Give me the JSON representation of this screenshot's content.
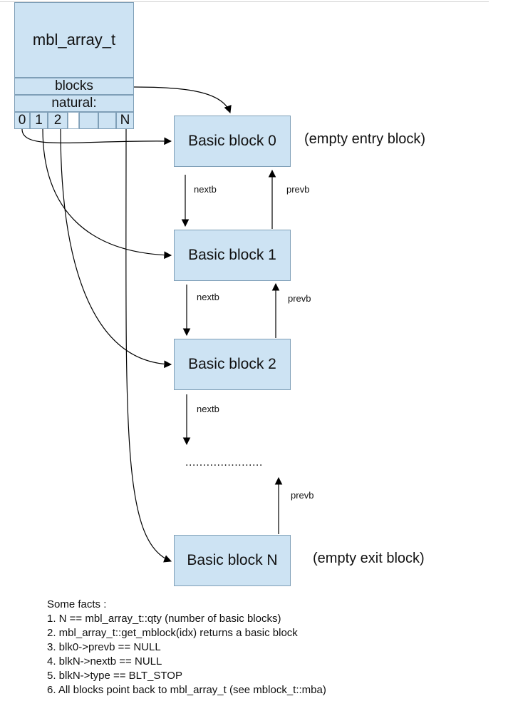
{
  "array": {
    "title": "mbl_array_t",
    "blocks_label": "blocks",
    "natural_label": "natural:",
    "cells": [
      "0",
      "1",
      "2",
      "",
      "",
      "N"
    ]
  },
  "blocks": [
    {
      "label": "Basic block 0",
      "annotation": "(empty entry block)"
    },
    {
      "label": "Basic block 1",
      "annotation": ""
    },
    {
      "label": "Basic block 2",
      "annotation": ""
    },
    {
      "label": "Basic block N",
      "annotation": "(empty exit block)"
    }
  ],
  "links": {
    "next": "nextb",
    "prev": "prevb"
  },
  "ellipsis": "......................",
  "facts": {
    "heading": "Some facts :",
    "items": [
      "1. N == mbl_array_t::qty (number of basic blocks)",
      "2. mbl_array_t::get_mblock(idx) returns a basic block",
      "3. blk0->prevb == NULL",
      "4. blkN->nextb == NULL",
      "5. blkN->type == BLT_STOP",
      "6. All blocks point back to mbl_array_t (see mblock_t::mba)"
    ]
  },
  "colors": {
    "box_fill": "#cde3f3",
    "box_border": "#7f9fb7",
    "line": "#000000"
  }
}
